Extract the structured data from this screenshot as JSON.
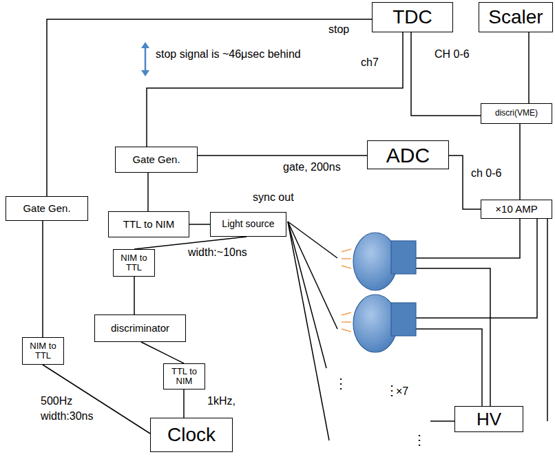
{
  "diagram": {
    "nodes": [
      {
        "text": [
          "TDC"
        ]
      },
      {
        "text": [
          "Scaler"
        ]
      },
      {
        "text": [
          "discri(VME)"
        ]
      },
      {
        "text": [
          "ADC"
        ]
      },
      {
        "text": [
          "Gate Gen."
        ]
      },
      {
        "text": [
          "×10 AMP"
        ]
      },
      {
        "text": [
          "Gate Gen."
        ]
      },
      {
        "text": [
          "TTL to NIM"
        ]
      },
      {
        "text": [
          "Light source"
        ]
      },
      {
        "text": [
          "NIM to TTL"
        ]
      },
      {
        "text": [
          "discriminator"
        ]
      },
      {
        "text": [
          "TTL to NIM"
        ]
      },
      {
        "text": [
          "NIM to TTL"
        ]
      },
      {
        "text": [
          "Clock"
        ]
      },
      {
        "text": [
          "HV"
        ]
      }
    ],
    "edges": [
      {
        "from": 6,
        "to": 0,
        "arrow": "none"
      },
      {
        "from": 4,
        "to": 0,
        "arrow": "none"
      },
      {
        "from": 0,
        "to": 2,
        "arrow": "none"
      },
      {
        "from": 1,
        "to": 2,
        "arrow": "none"
      },
      {
        "from": 4,
        "to": 3,
        "arrow": "none"
      },
      {
        "from": 3,
        "to": 5,
        "arrow": "none"
      },
      {
        "from": 2,
        "to": 5,
        "arrow": "none"
      },
      {
        "from": 4,
        "to": 7,
        "arrow": "none"
      },
      {
        "from": 7,
        "to": 8,
        "arrow": "none"
      },
      {
        "from": 8,
        "to": 9,
        "arrow": "none"
      },
      {
        "from": 9,
        "to": 10,
        "arrow": "none"
      },
      {
        "from": 10,
        "to": 11,
        "arrow": "none"
      },
      {
        "from": 11,
        "to": 13,
        "arrow": "none"
      },
      {
        "from": 13,
        "to": 12,
        "arrow": "none"
      },
      {
        "from": 12,
        "to": 6,
        "arrow": "none"
      }
    ],
    "labels": [
      "stop",
      "stop signal is ~46μsec behind",
      "ch7",
      "CH 0-6",
      "gate, 200ns",
      "ch 0-6",
      "sync out",
      "width:~10ns",
      "500Hz",
      "width:30ns",
      "1kHz,",
      "⋮",
      "⋮",
      "×7",
      "⋮"
    ]
  }
}
